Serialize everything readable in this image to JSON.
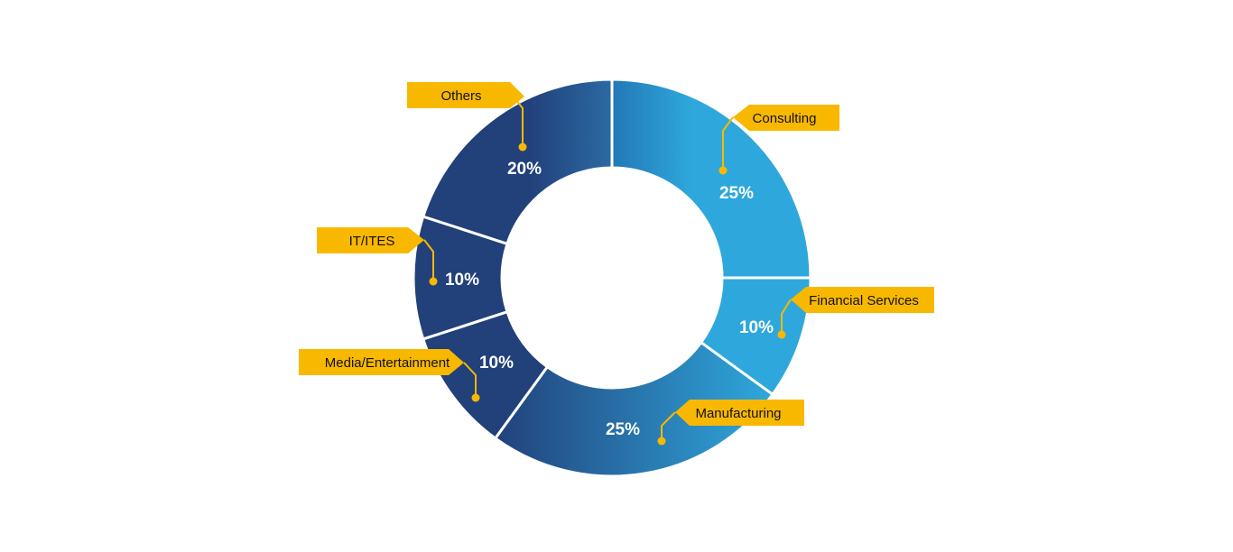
{
  "chart_data": {
    "type": "donut",
    "title": "",
    "categories": [
      "Consulting",
      "Financial Services",
      "Manufacturing",
      "Media/Entertainment",
      "IT/ITES",
      "Others"
    ],
    "values": [
      25,
      10,
      25,
      10,
      10,
      20
    ],
    "value_labels": [
      "25%",
      "10%",
      "25%",
      "10%",
      "10%",
      "20%"
    ],
    "unit": "%"
  },
  "colors": {
    "light_blue": "#2ea8dc",
    "navy": "#22407a",
    "label_tag": "#f9b800",
    "divider": "#ffffff"
  }
}
